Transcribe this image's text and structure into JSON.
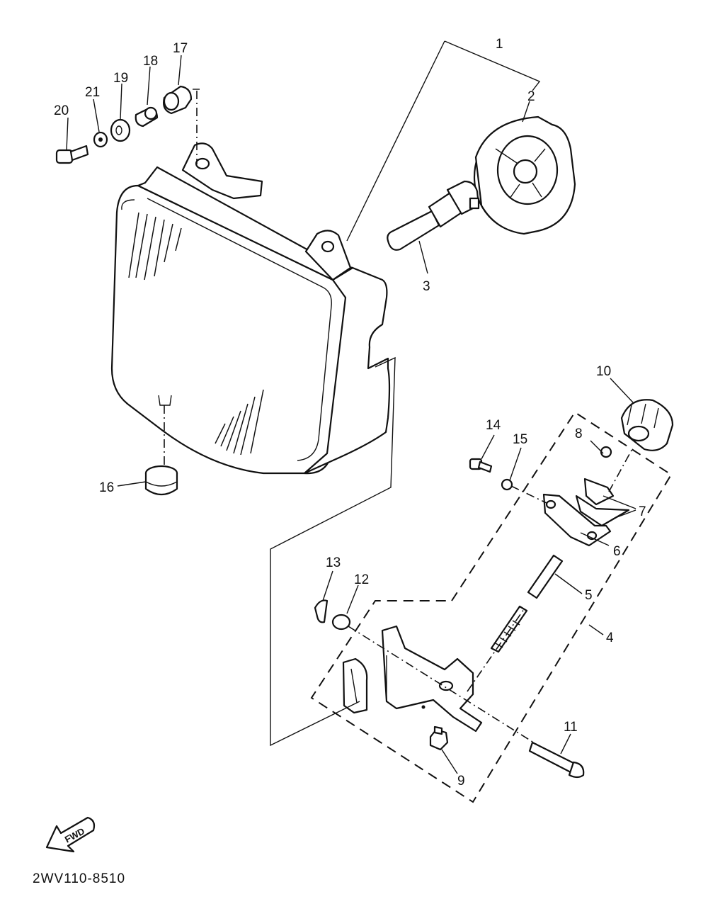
{
  "callouts": {
    "c1": "1",
    "c2": "2",
    "c3": "3",
    "c4": "4",
    "c5": "5",
    "c6": "6",
    "c7": "7",
    "c8": "8",
    "c9": "9",
    "c10": "10",
    "c11": "11",
    "c12": "12",
    "c13": "13",
    "c14": "14",
    "c15": "15",
    "c16": "16",
    "c17": "17",
    "c18": "18",
    "c19": "19",
    "c20": "20",
    "c21": "21"
  },
  "fwd_label": "FWD",
  "diagram_code": "2WV110-8510"
}
